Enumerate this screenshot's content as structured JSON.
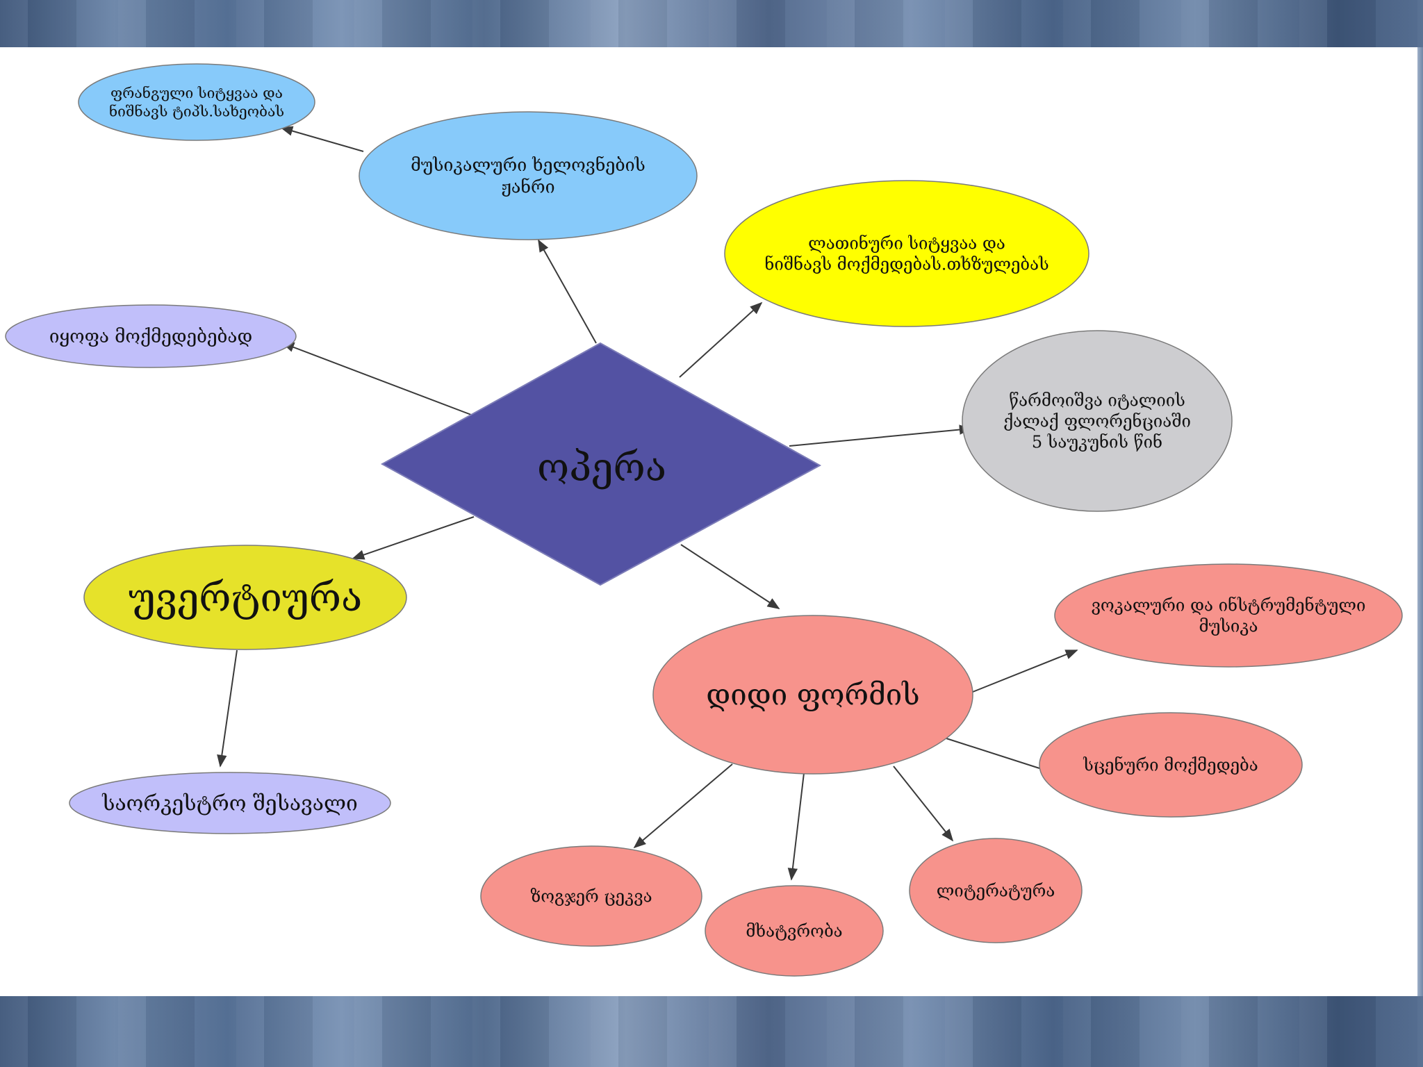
{
  "diagram": {
    "center": {
      "label": "ოპერა",
      "color": "#5352a3",
      "text_color": "#e8e8f5"
    },
    "nodes": [
      {
        "id": "musical-genre",
        "lines": [
          "მუსიკალური ხელოვნების",
          "ჟანრი"
        ],
        "color": "#87cafa"
      },
      {
        "id": "french-word",
        "lines": [
          "ფრანგული სიტყვაა და",
          "ნიშნავს ტიპს.სახეობას"
        ],
        "color": "#87cafa"
      },
      {
        "id": "latin-word",
        "lines": [
          "ლათინური სიტყვაა და",
          "ნიშნავს მოქმედებას.თხზულებას"
        ],
        "color": "#ffff00"
      },
      {
        "id": "divided-acts",
        "lines": [
          "იყოფა მოქმედებებად"
        ],
        "color": "#c1bffa"
      },
      {
        "id": "origin-italy",
        "lines": [
          "წარმოიშვა იტალიის",
          "ქალაქ ფლორენციაში",
          "5 საუკუნის წინ"
        ],
        "color": "#cdcdd0"
      },
      {
        "id": "overture",
        "lines": [
          "უვერტიურა"
        ],
        "color": "#e6e22a"
      },
      {
        "id": "orchestral-intro",
        "lines": [
          "საორკესტრო შესავალი"
        ],
        "color": "#c1bffa"
      },
      {
        "id": "large-form",
        "lines": [
          "დიდი ფორმის"
        ],
        "color": "#f7938c"
      },
      {
        "id": "vocal-instrumental",
        "lines": [
          "ვოკალური და ინსტრუმენტული",
          "მუსიკა"
        ],
        "color": "#f7938c"
      },
      {
        "id": "stage-action",
        "lines": [
          "სცენური მოქმედება"
        ],
        "color": "#f7938c"
      },
      {
        "id": "sometimes-dance",
        "lines": [
          "ზოგჯერ ცეკვა"
        ],
        "color": "#f7938c"
      },
      {
        "id": "painting",
        "lines": [
          "მხატვრობა"
        ],
        "color": "#f7938c"
      },
      {
        "id": "literature",
        "lines": [
          "ლიტერატურა"
        ],
        "color": "#f7938c"
      }
    ]
  }
}
